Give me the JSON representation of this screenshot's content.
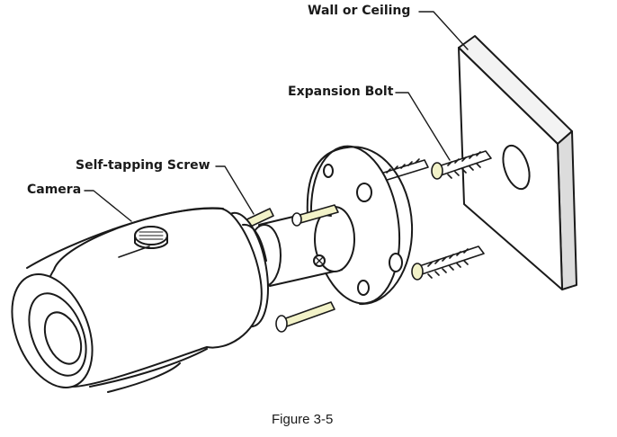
{
  "labels": {
    "wall_or_ceiling": "Wall or Ceiling",
    "expansion_bolt": "Expansion Bolt",
    "self_tapping_screw": "Self-tapping Screw",
    "camera": "Camera"
  },
  "caption": "Figure 3-5",
  "colors": {
    "line": "#1a1a1a",
    "plate_face": "#ffffff",
    "plate_side": "#e6e6e6",
    "screw_fill": "#f2f2c8"
  }
}
